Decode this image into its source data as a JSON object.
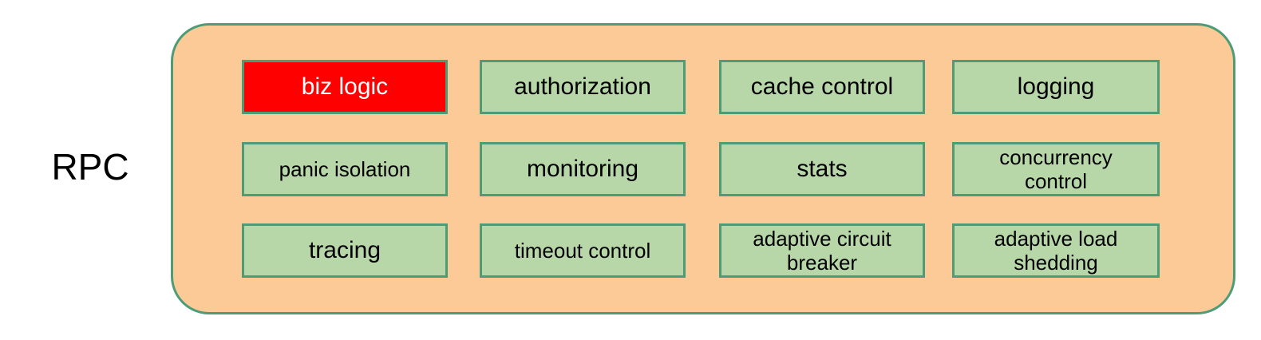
{
  "diagram": {
    "side_label": "RPC",
    "colors": {
      "container_fill": "#fcca97",
      "container_border": "#4b9c77",
      "box_fill": "#b7d7a8",
      "box_border": "#4b9c77",
      "highlight_fill": "#ff0000",
      "highlight_text": "#ffffff",
      "text": "#000000",
      "page_background": "#ffffff"
    },
    "rows": [
      {
        "cells": [
          {
            "label": "biz logic",
            "highlight": true,
            "small": false
          },
          {
            "label": "authorization",
            "highlight": false,
            "small": false
          },
          {
            "label": "cache control",
            "highlight": false,
            "small": false
          },
          {
            "label": "logging",
            "highlight": false,
            "small": false
          }
        ]
      },
      {
        "cells": [
          {
            "label": "panic isolation",
            "highlight": false,
            "small": true
          },
          {
            "label": "monitoring",
            "highlight": false,
            "small": false
          },
          {
            "label": "stats",
            "highlight": false,
            "small": false
          },
          {
            "label": "concurrency\ncontrol",
            "highlight": false,
            "small": true
          }
        ]
      },
      {
        "cells": [
          {
            "label": "tracing",
            "highlight": false,
            "small": false
          },
          {
            "label": "timeout control",
            "highlight": false,
            "small": true
          },
          {
            "label": "adaptive circuit\nbreaker",
            "highlight": false,
            "small": true
          },
          {
            "label": "adaptive load\nshedding",
            "highlight": false,
            "small": true
          }
        ]
      }
    ]
  }
}
